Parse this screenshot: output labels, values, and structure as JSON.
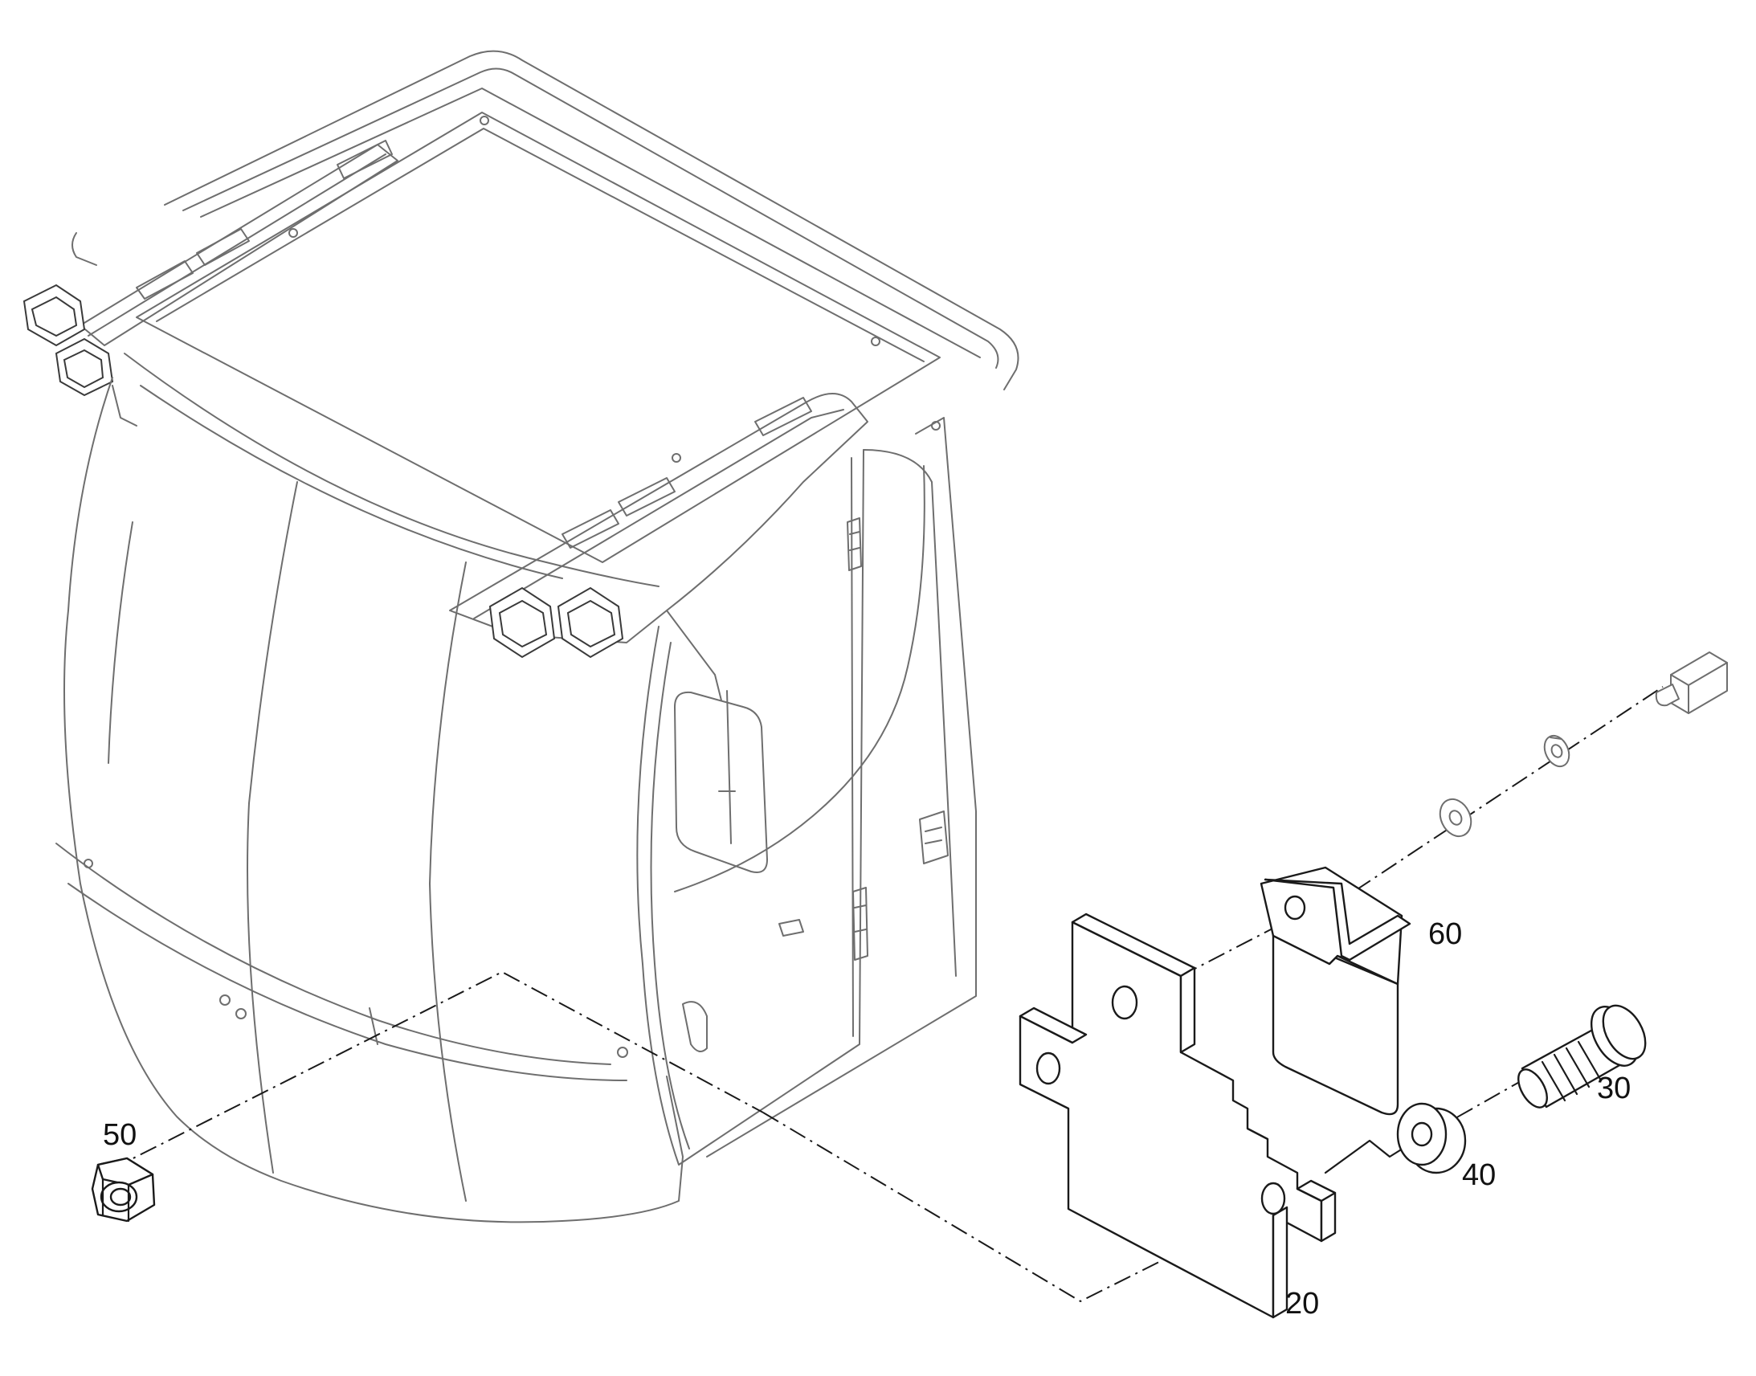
{
  "diagram": {
    "callouts": [
      {
        "id": "c50",
        "label": "50"
      },
      {
        "id": "c60",
        "label": "60"
      },
      {
        "id": "c30",
        "label": "30"
      },
      {
        "id": "c40",
        "label": "40"
      },
      {
        "id": "c20",
        "label": "20"
      }
    ],
    "colors": {
      "line": "#1a1a1a",
      "cab_line": "#6e6e6e",
      "background": "#ffffff"
    }
  }
}
